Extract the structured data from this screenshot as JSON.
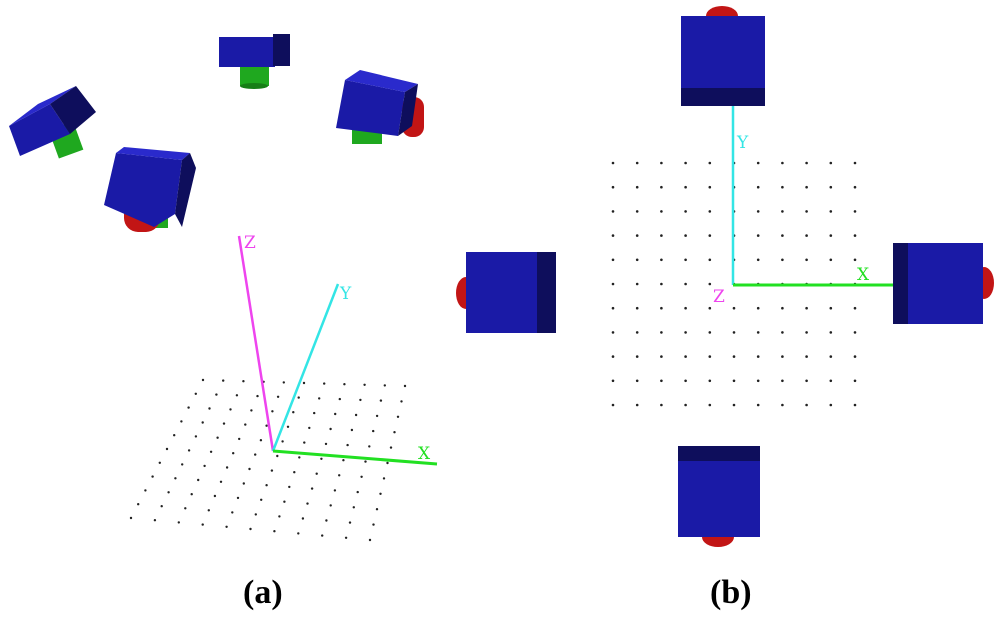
{
  "panels": [
    {
      "caption": "(a)",
      "axes": {
        "x": "X",
        "y": "Y",
        "z": "Z"
      }
    },
    {
      "caption": "(b)",
      "axes": {
        "x": "X",
        "y": "Y",
        "z": "Z"
      }
    }
  ],
  "colors": {
    "x_axis": "#22e022",
    "y_axis": "#33e5e5",
    "z_axis": "#ee44ee",
    "camera_body": "#1a1aa6",
    "camera_body_dark": "#0e0e5c",
    "camera_side": "#141478",
    "lens_green": "#1fa81f",
    "lens_red": "#c21515",
    "grid_dot": "#222222"
  }
}
